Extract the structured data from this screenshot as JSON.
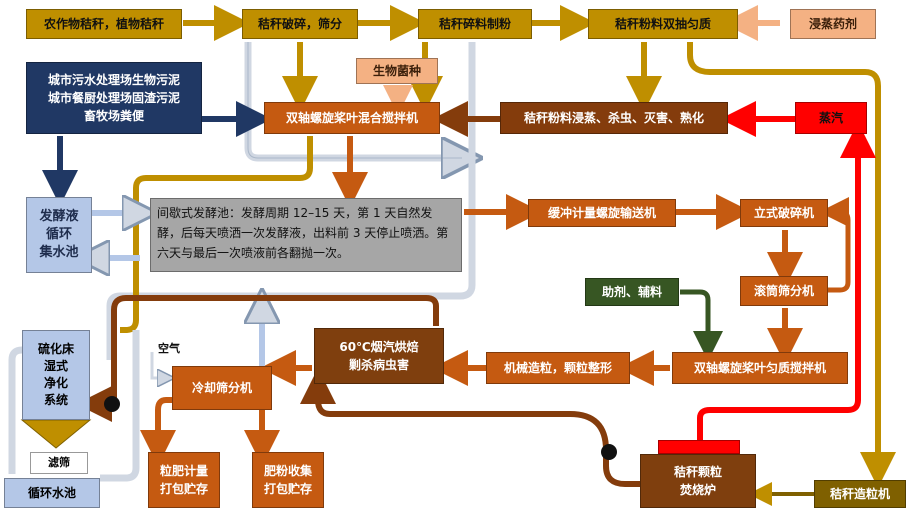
{
  "nodes": {
    "crop_straw": "农作物秸秆，植物秸秆",
    "crush_screen": "秸秆破碎，筛分",
    "powder": "秸秆碎料制粉",
    "double_mix": "秸秆粉料双抽匀质",
    "steep_agent": "浸蒸药剂",
    "sludge_lines": [
      "城市污水处理场生物污泥",
      "城市餐厨处理场固渣污泥",
      "畜牧场粪便"
    ],
    "microbe": "生物菌种",
    "twin_screw_mixer": "双轴螺旋桨叶混合搅拌机",
    "steep_steam": "秸秆粉料浸蒸、杀虫、灭害、熟化",
    "steam": "蒸汽",
    "ferment_pool_lines": [
      "发酵液",
      "循环",
      "集水池"
    ],
    "ferment_desc": "间歇式发酵池：发酵周期 12–15 天，第 1 天自然发酵，后每天喷洒一次发酵液，出料前 3 天停止喷洒。第六天与最后一次喷液前各翻抛一次。",
    "buffer_conveyor": "缓冲计量螺旋输送机",
    "vertical_crusher": "立式破碎机",
    "drum_screen": "滚筒筛分机",
    "additive": "助剂、辅料",
    "desulfur_lines": [
      "硫化床",
      "湿式",
      "净化",
      "系统"
    ],
    "filter": "滤筛",
    "circ_pool": "循环水池",
    "air": "空气",
    "cool_screen": "冷却筛分机",
    "dry_lines": [
      "60℃烟汽烘焙",
      "剿杀病虫害"
    ],
    "granulate": "机械造粒，颗粒整形",
    "twin_screw_homogenizer": "双轴螺旋桨叶匀质搅拌机",
    "pellet_pack_lines": [
      "粒肥计量",
      "打包贮存"
    ],
    "powder_pack_lines": [
      "肥粉收集",
      "打包贮存"
    ],
    "furnace_lines": [
      "秸秆颗粒",
      "焚烧炉"
    ],
    "pellet_machine": "秸秆造粒机"
  },
  "colors": {
    "olive": "#bf8f00",
    "orange": "#c55a11",
    "brown": "#843c0c",
    "slate": "#203864",
    "light_blue": "#b4c7e7",
    "peach": "#f4b183",
    "red": "#ff0000",
    "green": "#375623",
    "gray": "#a6a6a6",
    "pipe_gray": "#d0d7e2"
  }
}
